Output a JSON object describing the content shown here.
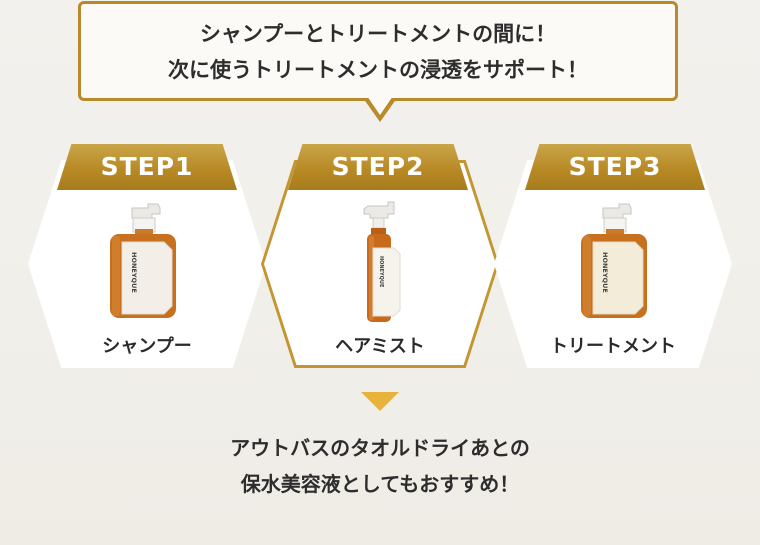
{
  "callout": {
    "line1": "シャンプーとトリートメントの間に！",
    "line2": "次に使うトリートメントの浸透をサポート！"
  },
  "steps": [
    {
      "badge": "STEP1",
      "label": "シャンプー",
      "product_text": "HONEYQUE"
    },
    {
      "badge": "STEP2",
      "label": "ヘアミスト",
      "product_text": "HONEYQUE"
    },
    {
      "badge": "STEP3",
      "label": "トリートメント",
      "product_text": "HONEYQUE"
    }
  ],
  "bottom": {
    "line1": "アウトバスのタオルドライあとの",
    "line2": "保水美容液としてもおすすめ！"
  },
  "colors": {
    "gold": "#b98a2a",
    "arrow": "#e8b33a",
    "background": "#f2f0ec"
  },
  "icons": [
    "shampoo-bottle-icon",
    "mist-spray-bottle-icon",
    "treatment-bottle-icon",
    "arrow-down-icon"
  ]
}
